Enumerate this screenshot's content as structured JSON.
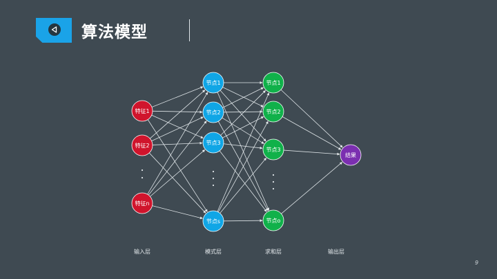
{
  "header": {
    "title": "算法模型",
    "back_icon": "triangle-left-icon",
    "accent_color": "#1aa3e8"
  },
  "network": {
    "layers": [
      {
        "id": "input",
        "label": "输入层",
        "color": "#d0142c",
        "nodes": [
          "特征1",
          "特征2",
          "特征n"
        ]
      },
      {
        "id": "pattern",
        "label": "模式层",
        "color": "#10a6e6",
        "nodes": [
          "节点1",
          "节点2",
          "节点3",
          "节点s"
        ]
      },
      {
        "id": "summation",
        "label": "求和层",
        "color": "#10b14a",
        "nodes": [
          "节点1",
          "节点2",
          "节点3",
          "节点o"
        ]
      },
      {
        "id": "output",
        "label": "输出层",
        "color": "#7b2fb0",
        "nodes": [
          "结果"
        ]
      }
    ],
    "ellipsis": "⋮"
  },
  "page_number": "9"
}
